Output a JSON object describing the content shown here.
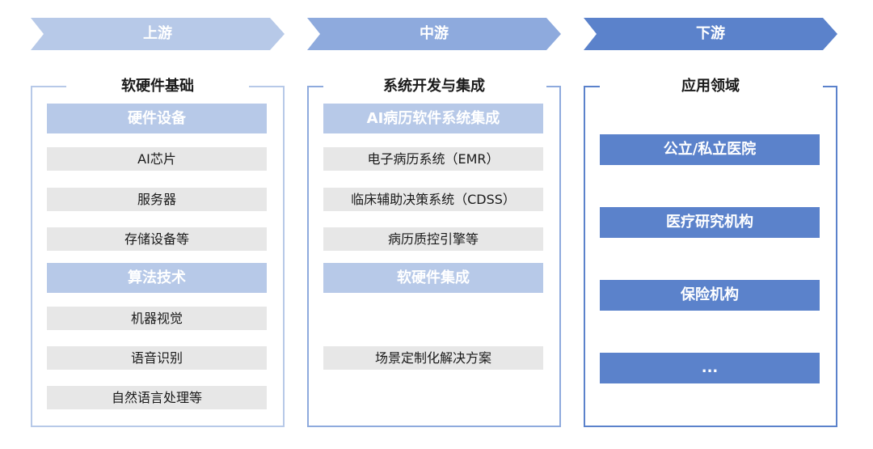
{
  "colors": {
    "light": "#b7c9e8",
    "mid": "#8eaadd",
    "dark": "#5b82cb",
    "gray": "#e7e7e7"
  },
  "upstream": {
    "stage": "上游",
    "title": "软硬件基础",
    "hardware_header": "硬件设备",
    "hardware_items": [
      "AI芯片",
      "服务器",
      "存储设备等"
    ],
    "algorithm_header": "算法技术",
    "algorithm_items": [
      "机器视觉",
      "语音识别",
      "自然语言处理等"
    ]
  },
  "midstream": {
    "stage": "中游",
    "title": "系统开发与集成",
    "ai_header": "AI病历软件系统集成",
    "ai_items": [
      "电子病历系统（EMR）",
      "临床辅助决策系统（CDSS）",
      "病历质控引擎等"
    ],
    "integration_header": "软硬件集成",
    "integration_items": [
      "场景定制化解决方案"
    ]
  },
  "downstream": {
    "stage": "下游",
    "title": "应用领域",
    "items": [
      "公立/私立医院",
      "医疗研究机构",
      "保险机构",
      "..."
    ]
  }
}
